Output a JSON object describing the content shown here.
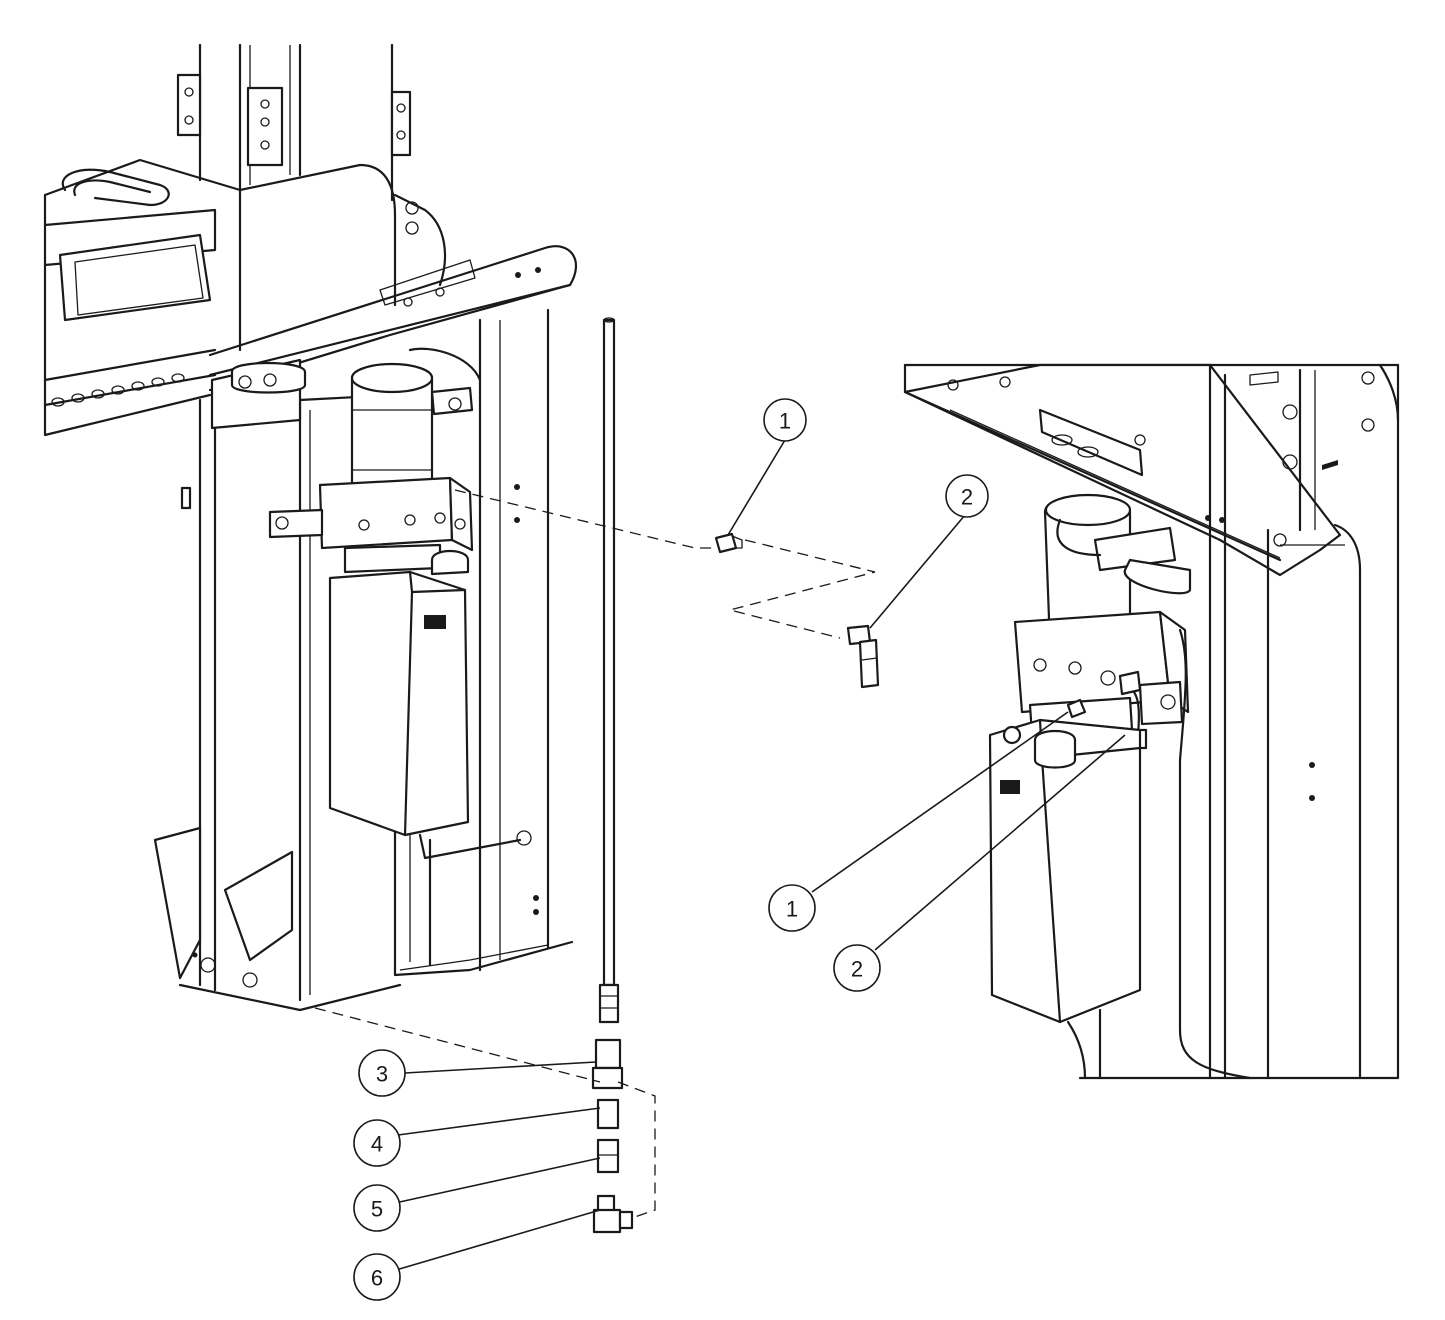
{
  "callouts": [
    {
      "id": "main-1",
      "label": "1"
    },
    {
      "id": "main-2",
      "label": "2"
    },
    {
      "id": "main-3",
      "label": "3"
    },
    {
      "id": "main-4",
      "label": "4"
    },
    {
      "id": "main-5",
      "label": "5"
    },
    {
      "id": "main-6",
      "label": "6"
    },
    {
      "id": "detail-1",
      "label": "1"
    },
    {
      "id": "detail-2",
      "label": "2"
    }
  ],
  "colors": {
    "line": "#1a1a1a",
    "background": "#ffffff"
  }
}
